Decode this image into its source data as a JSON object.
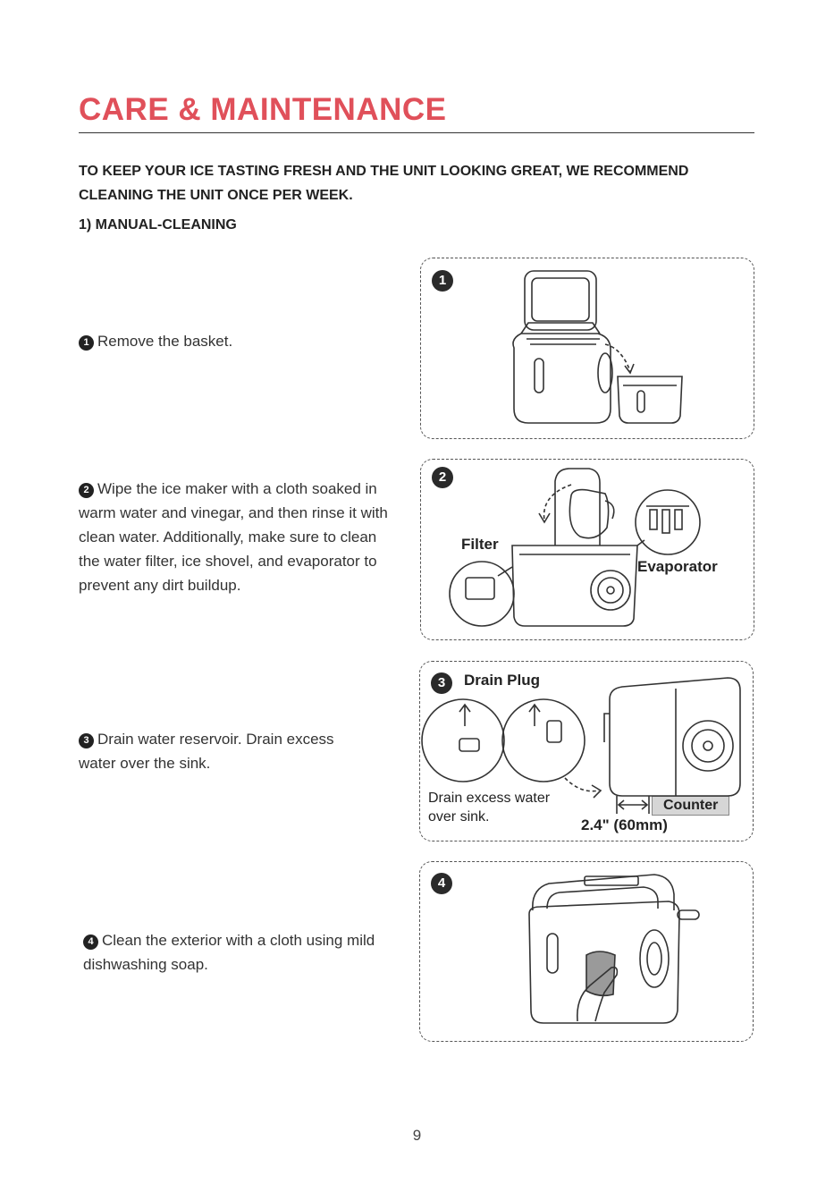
{
  "header": {
    "title": "CARE & MAINTENANCE",
    "intro": "TO KEEP YOUR ICE TASTING FRESH AND THE UNIT LOOKING GREAT, WE RECOMMEND CLEANING THE UNIT ONCE PER WEEK.",
    "section": "1) MANUAL-CLEANING"
  },
  "steps": [
    {
      "num": "1",
      "text": "Remove the basket."
    },
    {
      "num": "2",
      "text": "Wipe the ice maker with a cloth soaked in warm water and vinegar, and then rinse it with clean water. Additionally, make sure to clean the water filter, ice shovel, and evaporator to prevent any dirt buildup."
    },
    {
      "num": "3",
      "text": "Drain water reservoir. Drain excess water over the sink."
    },
    {
      "num": "4",
      "text": "Clean the exterior with a cloth using mild dishwashing soap."
    }
  ],
  "figures": {
    "fig1": {
      "badge": "1"
    },
    "fig2": {
      "badge": "2",
      "filter_label": "Filter",
      "evaporator_label": "Evaporator"
    },
    "fig3": {
      "badge": "3",
      "drain_plug_label": "Drain Plug",
      "drain_text": "Drain excess water over sink.",
      "counter_label": "Counter",
      "dimension_label": "2.4\" (60mm)"
    },
    "fig4": {
      "badge": "4"
    }
  },
  "footer": {
    "page_number": "9"
  }
}
